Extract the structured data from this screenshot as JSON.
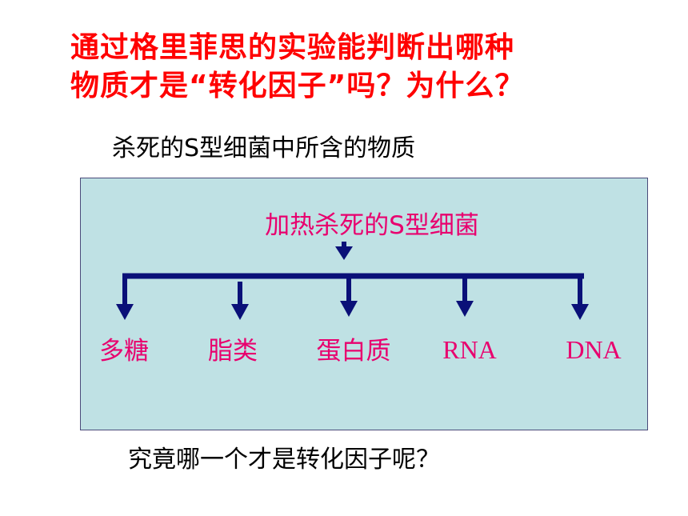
{
  "title": {
    "line1": "通过格里菲思的实验能判断出哪种",
    "line2": "物质才是“转化因子”吗？为什么？"
  },
  "subtitle": "杀死的S型细菌中所含的物质",
  "diagram": {
    "root_label": "加热杀死的S型细菌",
    "branches": [
      "多糖",
      "脂类",
      "蛋白质",
      "RNA",
      "DNA"
    ]
  },
  "question": "究竟哪一个才是转化因子呢？",
  "colors": {
    "title": "#ff0000",
    "diagram_text": "#e8006e",
    "arrows": "#0a1078",
    "box_fill": "#bfe1e4",
    "box_border": "#4a4a7a"
  }
}
